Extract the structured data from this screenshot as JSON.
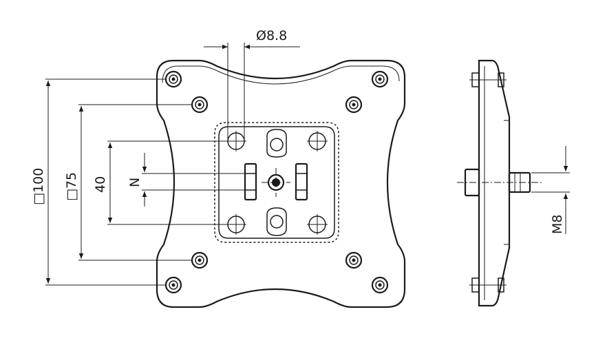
{
  "dimensions": {
    "hole_diameter": "Ø8.8",
    "outer_square": "□100",
    "inner_square": "□75",
    "adapter_spacing": "40",
    "slot_spacing": "N",
    "thread_size": "M8"
  },
  "colors": {
    "line": "#1a1a1a",
    "background": "#ffffff"
  }
}
